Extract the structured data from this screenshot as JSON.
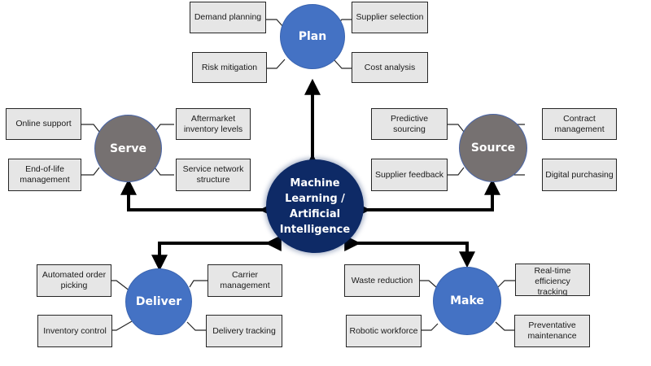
{
  "center": {
    "label_lines": [
      "Machine",
      "Learning /",
      "Artificial",
      "Intelligence"
    ]
  },
  "colors": {
    "center_fill": "#0e2a66",
    "blue_node_fill": "#4472c4",
    "gray_node_fill": "#767171",
    "box_fill": "#e6e6e6",
    "connector": "#000000"
  },
  "nodes": {
    "plan": {
      "label": "Plan",
      "items": [
        "Demand planning",
        "Supplier selection",
        "Risk mitigation",
        "Cost analysis"
      ]
    },
    "serve": {
      "label": "Serve",
      "items": [
        "Online support",
        "Aftermarket inventory levels",
        "End-of-life management",
        "Service network structure"
      ]
    },
    "source": {
      "label": "Source",
      "items": [
        "Predictive sourcing",
        "Contract management",
        "Supplier feedback",
        "Digital purchasing"
      ]
    },
    "deliver": {
      "label": "Deliver",
      "items": [
        "Automated order picking",
        "Carrier management",
        "Inventory control",
        "Delivery tracking"
      ]
    },
    "make": {
      "label": "Make",
      "items": [
        "Waste reduction",
        "Real-time efficiency tracking",
        "Robotic workforce",
        "Preventative maintenance"
      ]
    }
  }
}
